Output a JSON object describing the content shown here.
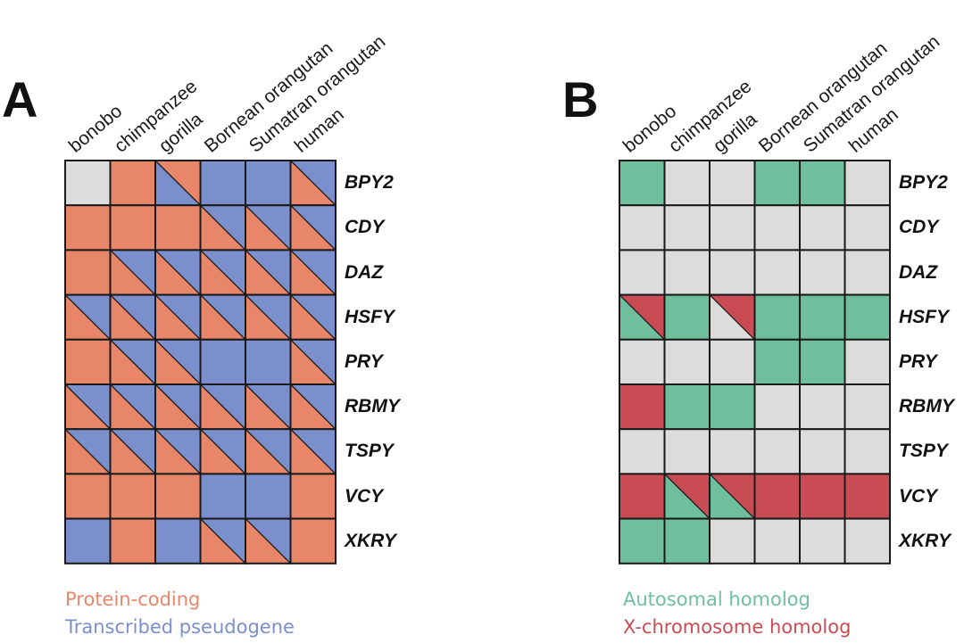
{
  "panels": [
    {
      "letter": "A",
      "columns": [
        "bonobo",
        "chimpanzee",
        "gorilla",
        "Bornean orangutan",
        "Sumatran orangutan",
        "human"
      ],
      "rows": [
        "BPY2",
        "CDY",
        "DAZ",
        "HSFY",
        "PRY",
        "RBMY",
        "TSPY",
        "VCY",
        "XKRY"
      ],
      "legend": [
        {
          "key": "P",
          "label": "Protein-coding",
          "color": "#e8866a"
        },
        {
          "key": "T",
          "label": "Transcribed pseudogene",
          "color": "#7b8fcd"
        }
      ],
      "cells": [
        [
          "N",
          "P",
          "PT",
          "T",
          "T",
          "TP"
        ],
        [
          "P",
          "P",
          "P",
          "TP",
          "TP",
          "TP"
        ],
        [
          "P",
          "TP",
          "TP",
          "TP",
          "TP",
          "TP"
        ],
        [
          "TP",
          "TP",
          "TP",
          "TP",
          "TP",
          "TP"
        ],
        [
          "P",
          "TP",
          "TP",
          "T",
          "T",
          "TP"
        ],
        [
          "TP",
          "TP",
          "TP",
          "TP",
          "TP",
          "TP"
        ],
        [
          "TP",
          "TP",
          "TP",
          "TP",
          "TP",
          "TP"
        ],
        [
          "P",
          "P",
          "P",
          "T",
          "T",
          "P"
        ],
        [
          "T",
          "P",
          "T",
          "TP",
          "TP",
          "P"
        ]
      ]
    },
    {
      "letter": "B",
      "columns": [
        "bonobo",
        "chimpanzee",
        "gorilla",
        "Bornean orangutan",
        "Sumatran orangutan",
        "human"
      ],
      "rows": [
        "BPY2",
        "CDY",
        "DAZ",
        "HSFY",
        "PRY",
        "RBMY",
        "TSPY",
        "VCY",
        "XKRY"
      ],
      "legend": [
        {
          "key": "A",
          "label": "Autosomal homolog",
          "color": "#6fbf9e"
        },
        {
          "key": "X",
          "label": "X-chromosome homolog",
          "color": "#c94c55"
        }
      ],
      "cells": [
        [
          "A",
          "N",
          "N",
          "A",
          "A",
          "N"
        ],
        [
          "N",
          "N",
          "N",
          "N",
          "N",
          "N"
        ],
        [
          "N",
          "N",
          "N",
          "N",
          "N",
          "N"
        ],
        [
          "XA",
          "A",
          "XN",
          "A",
          "A",
          "A"
        ],
        [
          "N",
          "N",
          "N",
          "A",
          "A",
          "N"
        ],
        [
          "X",
          "A",
          "A",
          "N",
          "N",
          "N"
        ],
        [
          "N",
          "N",
          "N",
          "N",
          "N",
          "N"
        ],
        [
          "X",
          "XA",
          "XA",
          "X",
          "X",
          "X"
        ],
        [
          "A",
          "A",
          "N",
          "N",
          "N",
          "N"
        ]
      ]
    }
  ],
  "colors": {
    "none": "#dcdcdc",
    "border": "#1a1a1a"
  }
}
